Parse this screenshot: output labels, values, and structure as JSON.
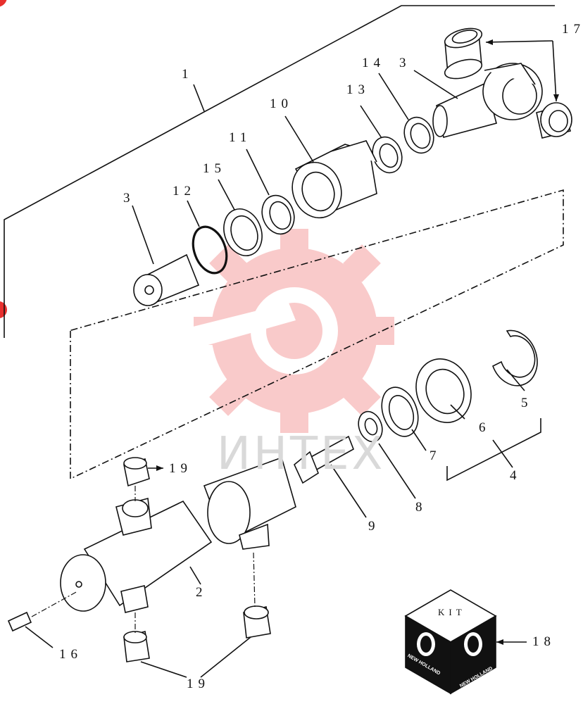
{
  "callouts": {
    "c1": "1",
    "c2": "2",
    "c3a": "3",
    "c3b": "3",
    "c4": "4",
    "c5": "5",
    "c6": "6",
    "c7": "7",
    "c8": "8",
    "c9": "9",
    "c10": "10",
    "c11": "11",
    "c12": "12",
    "c13": "13",
    "c14": "14",
    "c15": "15",
    "c16": "16",
    "c17": "17",
    "c18": "18",
    "c19a": "19",
    "c19b": "19"
  },
  "kit": {
    "label": "KIT",
    "brand_left": "NEW HOLLAND",
    "brand_right": "NEW HOLLAND"
  },
  "watermark": {
    "text": "ИНТЕХ",
    "color": "#f3a0a0"
  },
  "corner_badge_color": "#e8302e"
}
